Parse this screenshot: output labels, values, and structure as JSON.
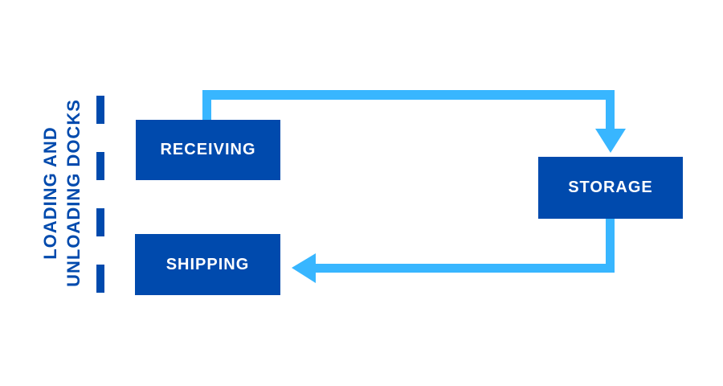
{
  "diagram": {
    "side_label": {
      "line1": "LOADING AND",
      "line2": "UNLOADING DOCKS"
    },
    "nodes": [
      {
        "id": "receiving",
        "label": "RECEIVING"
      },
      {
        "id": "storage",
        "label": "STORAGE"
      },
      {
        "id": "shipping",
        "label": "SHIPPING"
      }
    ],
    "edges": [
      {
        "from": "receiving",
        "to": "storage"
      },
      {
        "from": "storage",
        "to": "shipping"
      }
    ],
    "colors": {
      "node_fill": "#004aad",
      "node_text": "#ffffff",
      "arrow": "#38b6ff",
      "dock_line": "#004aad",
      "label_text": "#004aad",
      "background": "#ffffff"
    }
  }
}
